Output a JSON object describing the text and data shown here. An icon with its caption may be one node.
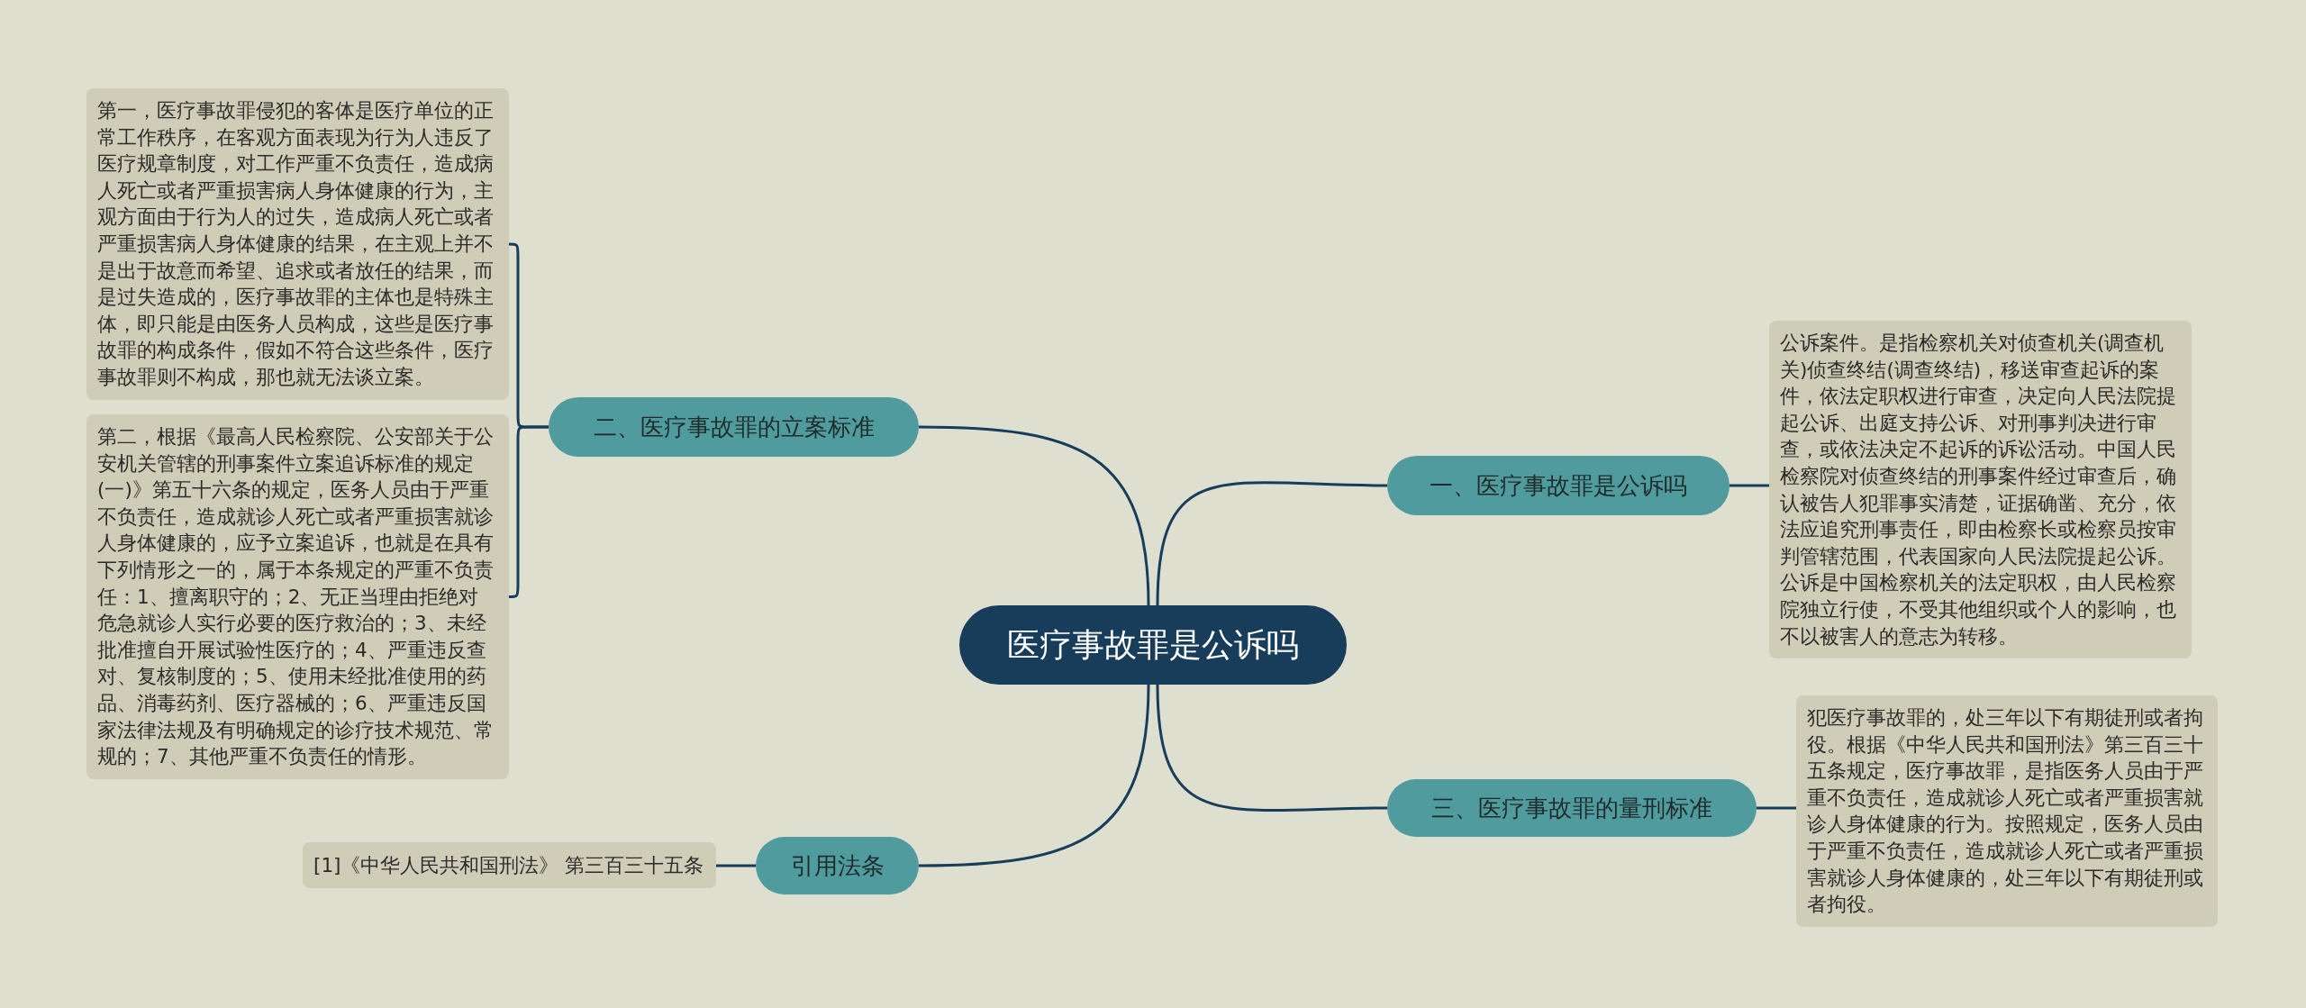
{
  "diagram": {
    "nodes": [
      {
        "text": [
          "医疗事故罪是公诉吗"
        ]
      },
      {
        "text": [
          "二、医疗事故罪的立案标准"
        ]
      },
      {
        "text": [
          "第一，医疗事故罪侵犯的客体是医疗单位的正常工作秩序，在客观方面表现为行为人违反了医疗规章制度，对工作严重不负责任，造成病人死亡或者严重损害病人身体健康的行为，主观方面由于行为人的过失，造成病人死亡或者严重损害病人身体健康的结果，在主观上并不是出于故意而希望、追求或者放任的结果，而是过失造成的，医疗事故罪的主体也是特殊主体，即只能是由医务人员构成，这些是医疗事故罪的构成条件，假如不符合这些条件，医疗事故罪则不构成，那也就无法谈立案。"
        ]
      },
      {
        "text": [
          "第二，根据《最高人民检察院、公安部关于公安机关管辖的刑事案件立案追诉标准的规定(一)》第五十六条的规定，医务人员由于严重不负责任，造成就诊人死亡或者严重损害就诊人身体健康的，应予立案追诉，也就是在具有下列情形之一的，属于本条规定的严重不负责任：1、擅离职守的；2、无正当理由拒绝对危急就诊人实行必要的医疗救治的；3、未经批准擅自开展试验性医疗的；4、严重违反查对、复核制度的；5、使用未经批准使用的药品、消毒药剂、医疗器械的；6、严重违反国家法律法规及有明确规定的诊疗技术规范、常规的；7、其他严重不负责任的情形。"
        ]
      },
      {
        "text": [
          "一、医疗事故罪是公诉吗"
        ]
      },
      {
        "text": [
          "公诉案件。是指检察机关对侦查机关(调查机关)侦查终结(调查终结)，移送审查起诉的案件，依法定职权进行审查，决定向人民法院提起公诉、出庭支持公诉、对刑事判决进行审查，或依法决定不起诉的诉讼活动。中国人民检察院对侦查终结的刑事案件经过审查后，确认被告人犯罪事实清楚，证据确凿、充分，依法应追究刑事责任，即由检察长或检察员按审判管辖范围，代表国家向人民法院提起公诉。公诉是中国检察机关的法定职权，由人民检察院独立行使，不受其他组织或个人的影响，也不以被害人的意志为转移。"
        ]
      },
      {
        "text": [
          "三、医疗事故罪的量刑标准"
        ]
      },
      {
        "text": [
          "犯医疗事故罪的，处三年以下有期徒刑或者拘役。根据《中华人民共和国刑法》第三百三十五条规定，医疗事故罪，是指医务人员由于严重不负责任，造成就诊人死亡或者严重损害就诊人身体健康的行为。按照规定，医务人员由于严重不负责任，造成就诊人死亡或者严重损害就诊人身体健康的，处三年以下有期徒刑或者拘役。"
        ]
      },
      {
        "text": [
          "引用法条"
        ]
      },
      {
        "text": [
          "[1]《中华人民共和国刑法》 第三百三十五条"
        ]
      }
    ],
    "edges": [
      {
        "from": 0,
        "to": 1,
        "arrow": "none"
      },
      {
        "from": 1,
        "to": 2,
        "arrow": "none"
      },
      {
        "from": 1,
        "to": 3,
        "arrow": "none"
      },
      {
        "from": 0,
        "to": 4,
        "arrow": "none"
      },
      {
        "from": 4,
        "to": 5,
        "arrow": "none"
      },
      {
        "from": 0,
        "to": 6,
        "arrow": "none"
      },
      {
        "from": 6,
        "to": 7,
        "arrow": "none"
      },
      {
        "from": 0,
        "to": 8,
        "arrow": "none"
      },
      {
        "from": 8,
        "to": 9,
        "arrow": "none"
      }
    ]
  }
}
